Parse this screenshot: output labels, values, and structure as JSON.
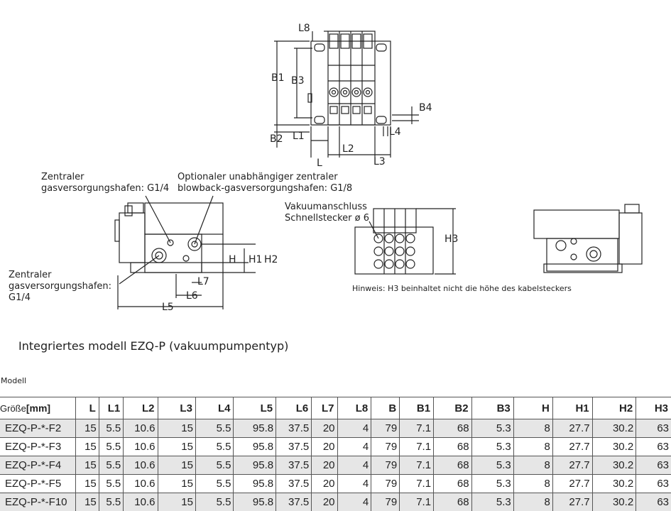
{
  "top_view": {
    "dims": [
      "L8",
      "B1",
      "B3",
      "B4",
      "B2",
      "L1",
      "L2",
      "L4",
      "L",
      "L3"
    ]
  },
  "side_view": {
    "label_top_left": "Zentraler\ngasversorgungshafen: G1/4",
    "label_top_right": "Optionaler unabhängiger zentraler\nblowback-gasversorgungshafen: G1/8",
    "label_bottom_left": "Zentraler\ngasversorgungshafen:\nG1/4",
    "dims": [
      "H",
      "H1",
      "H2",
      "L7",
      "L6",
      "L5"
    ]
  },
  "front_view": {
    "label": "Vakuumanschluss\nSchnellstecker ø 6",
    "dim_h3": "H3",
    "note": "Hinweis: H3 beinhaltet nicht die höhe des kabelsteckers"
  },
  "section_title": "Integriertes modell EZQ-P (vakuumpumpentyp)",
  "table": {
    "caption": "Modell",
    "size_label": "Größe",
    "unit": "[mm]",
    "headers": [
      "L",
      "L1",
      "L2",
      "L3",
      "L4",
      "L5",
      "L6",
      "L7",
      "L8",
      "B",
      "B1",
      "B2",
      "B3",
      "H",
      "H1",
      "H2",
      "H3"
    ],
    "rows": [
      {
        "model": "EZQ-P-*-F2",
        "values": [
          "15",
          "5.5",
          "10.6",
          "15",
          "5.5",
          "95.8",
          "37.5",
          "20",
          "4",
          "79",
          "7.1",
          "68",
          "5.3",
          "8",
          "27.7",
          "30.2",
          "63"
        ]
      },
      {
        "model": "EZQ-P-*-F3",
        "values": [
          "15",
          "5.5",
          "10.6",
          "15",
          "5.5",
          "95.8",
          "37.5",
          "20",
          "4",
          "79",
          "7.1",
          "68",
          "5.3",
          "8",
          "27.7",
          "30.2",
          "63"
        ]
      },
      {
        "model": "EZQ-P-*-F4",
        "values": [
          "15",
          "5.5",
          "10.6",
          "15",
          "5.5",
          "95.8",
          "37.5",
          "20",
          "4",
          "79",
          "7.1",
          "68",
          "5.3",
          "8",
          "27.7",
          "30.2",
          "63"
        ]
      },
      {
        "model": "EZQ-P-*-F5",
        "values": [
          "15",
          "5.5",
          "10.6",
          "15",
          "5.5",
          "95.8",
          "37.5",
          "20",
          "4",
          "79",
          "7.1",
          "68",
          "5.3",
          "8",
          "27.7",
          "30.2",
          "63"
        ]
      },
      {
        "model": "EZQ-P-*-F10",
        "values": [
          "15",
          "5.5",
          "10.6",
          "15",
          "5.5",
          "95.8",
          "37.5",
          "20",
          "4",
          "79",
          "7.1",
          "68",
          "5.3",
          "8",
          "27.7",
          "30.2",
          "63"
        ]
      }
    ]
  }
}
